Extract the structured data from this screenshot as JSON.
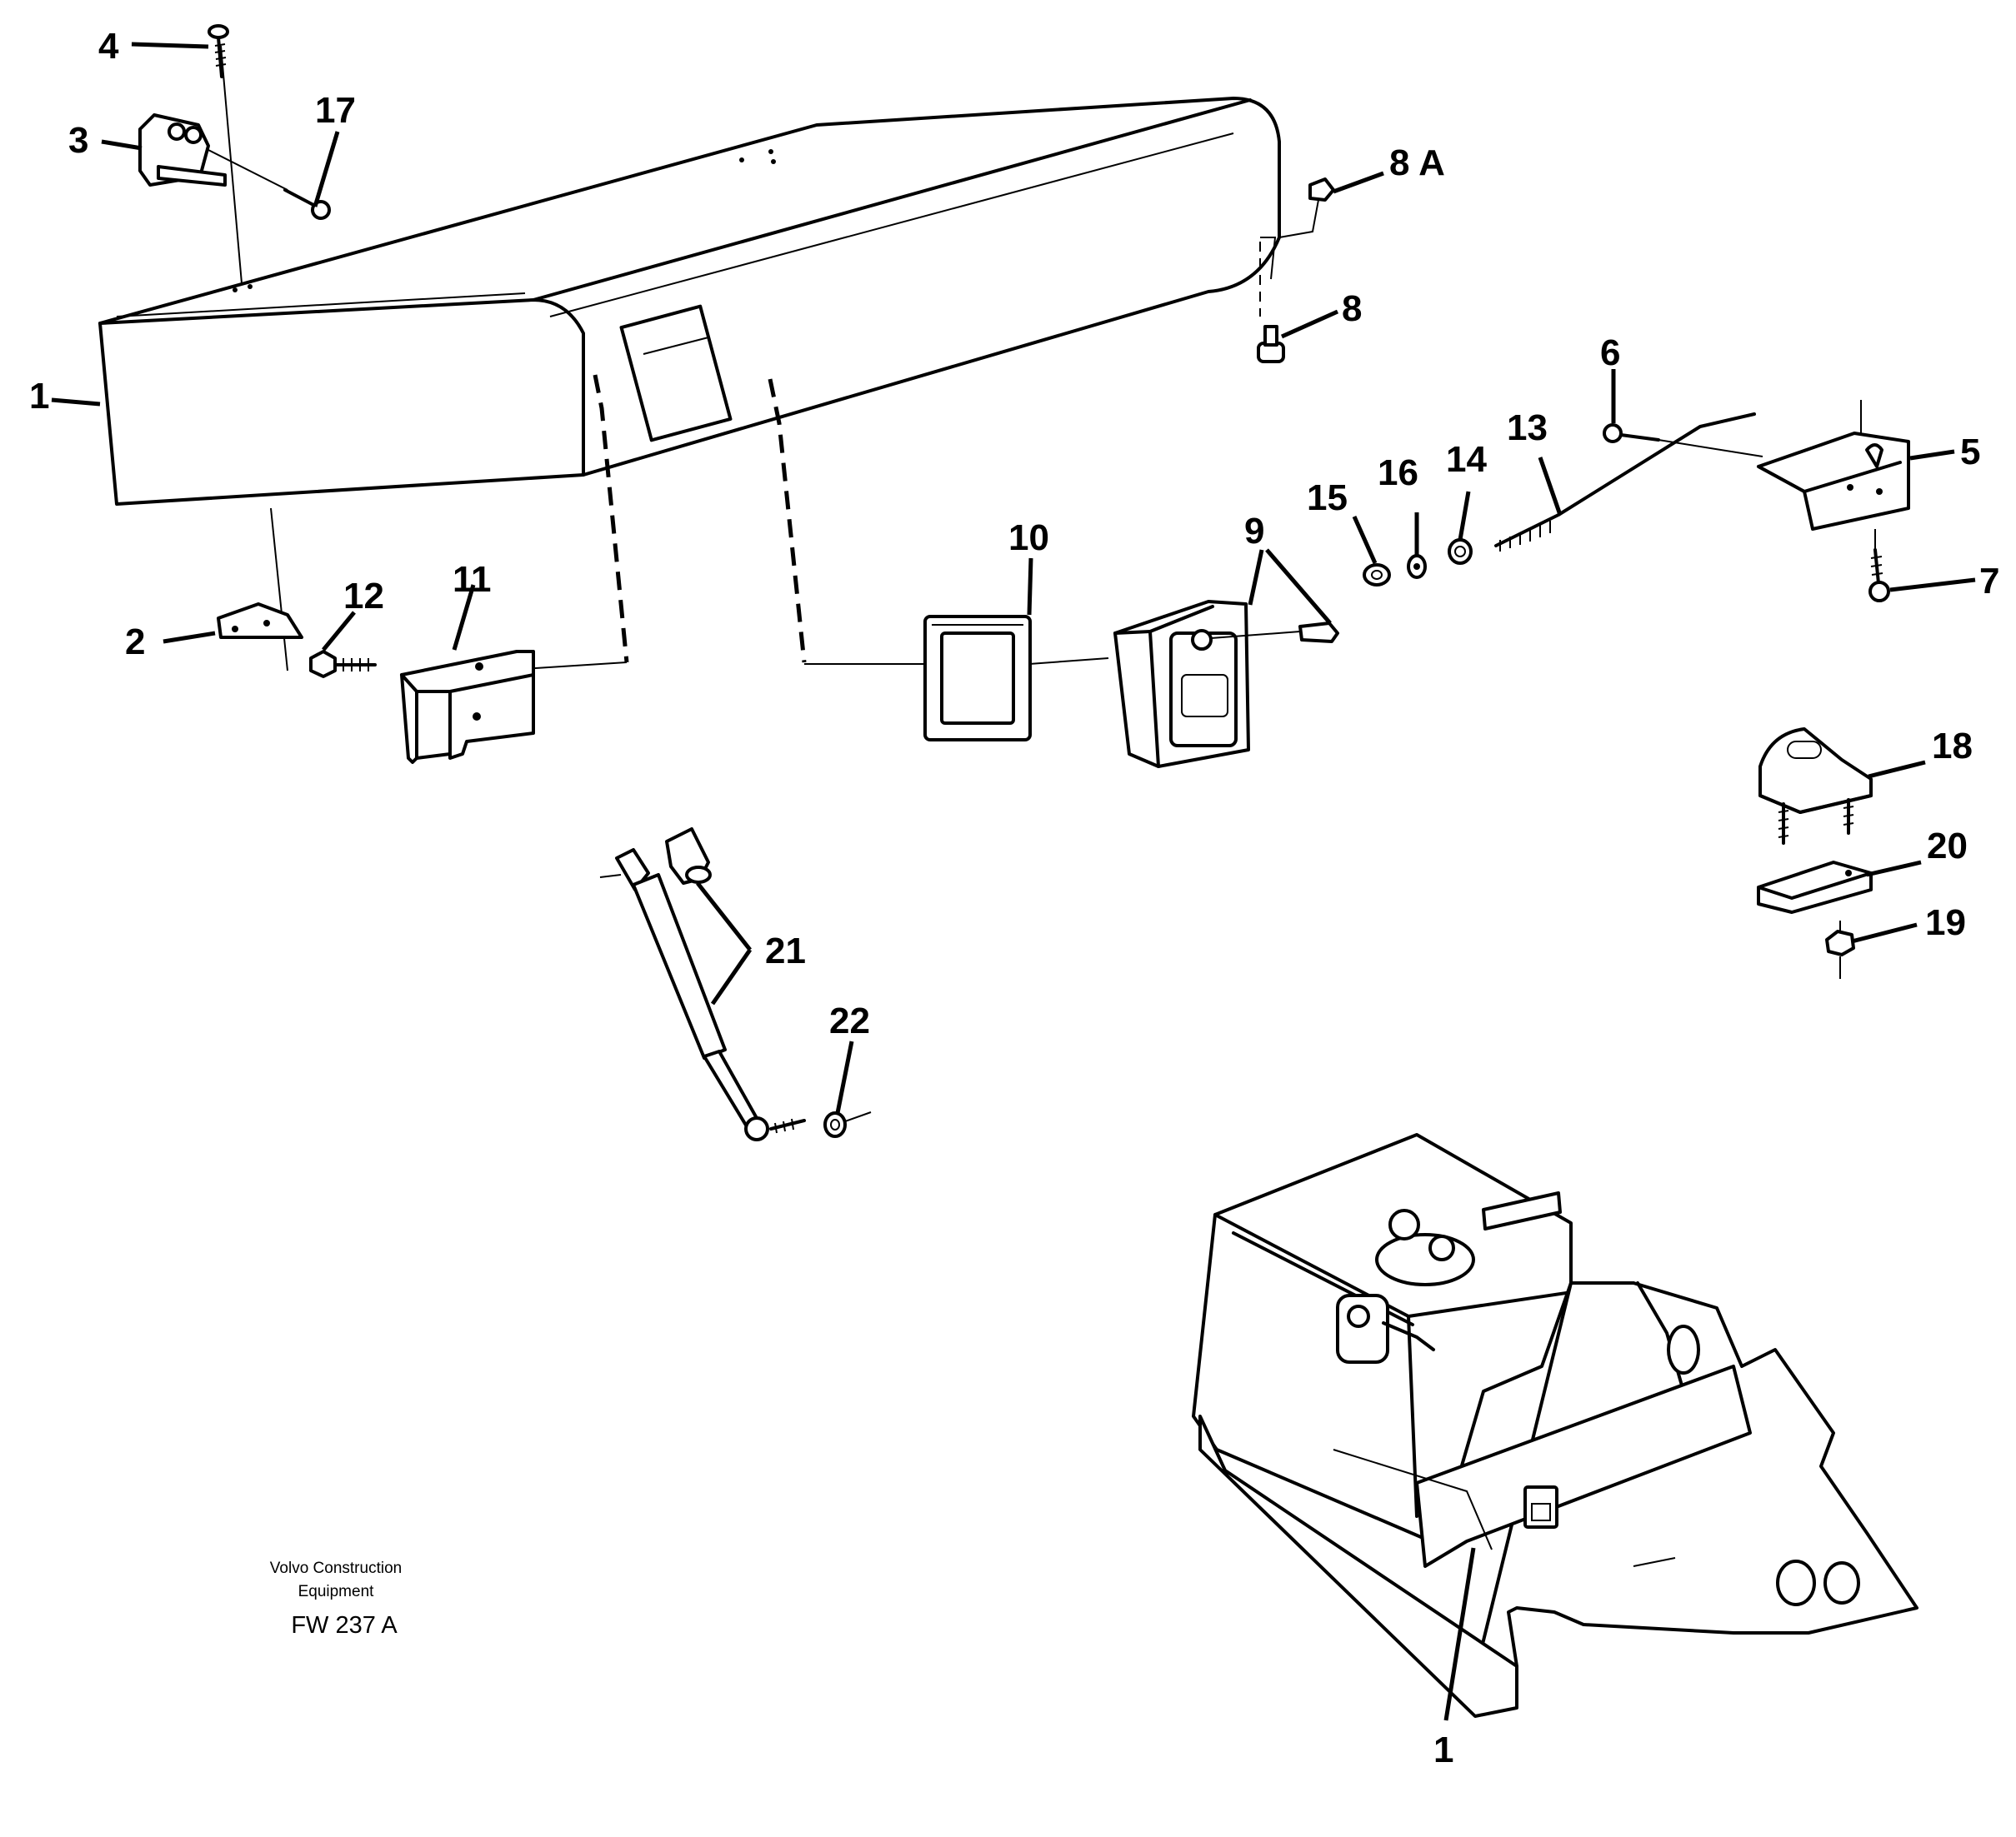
{
  "callouts": {
    "c1_top": "1",
    "c1_bottom": "1",
    "c2": "2",
    "c3": "3",
    "c4": "4",
    "c5": "5",
    "c6": "6",
    "c7": "7",
    "c8": "8",
    "c8a": "8 A",
    "c9": "9",
    "c10": "10",
    "c11": "11",
    "c12": "12",
    "c13": "13",
    "c14": "14",
    "c15": "15",
    "c16": "16",
    "c17": "17",
    "c18": "18",
    "c19": "19",
    "c20": "20",
    "c21": "21",
    "c22": "22"
  },
  "credit": {
    "line1": "Volvo Construction",
    "line2": "Equipment",
    "figure_id": "FW 237 A"
  }
}
